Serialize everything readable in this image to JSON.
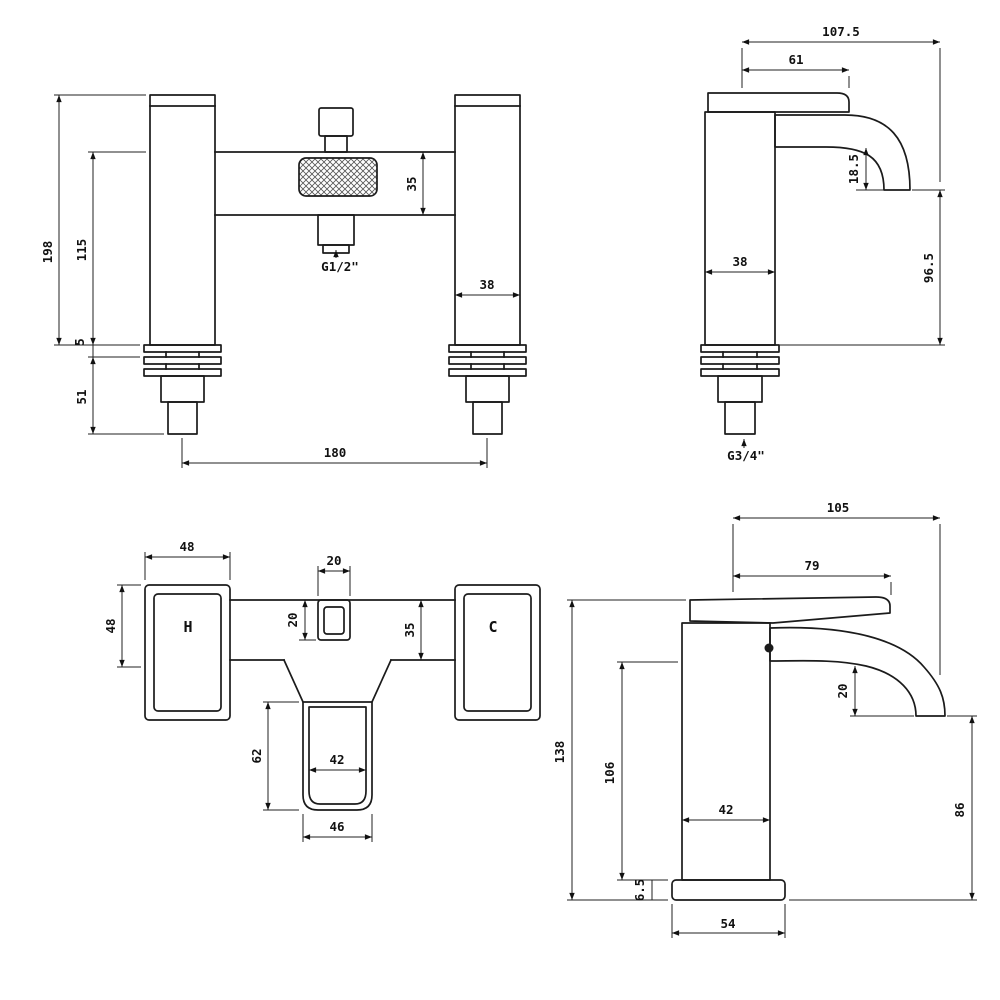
{
  "drawing": {
    "colors": {
      "line": "#1b1b1b",
      "background": "#ffffff"
    },
    "views": {
      "front": {
        "dims": {
          "overall_height": "198",
          "body_height": "115",
          "deck_gap": "5",
          "shank_length": "51",
          "bridge_depth": "35",
          "pillar_width": "38",
          "centres": "180",
          "outlet_thread": "G1/2\""
        }
      },
      "side": {
        "dims": {
          "overall_projection": "107.5",
          "handle_projection": "61",
          "spout_lip": "18.5",
          "spout_clearance": "96.5",
          "body_width": "38",
          "inlet_thread": "G3/4\""
        }
      },
      "plan": {
        "hot": "H",
        "cold": "C",
        "dims": {
          "handle_width": "48",
          "handle_depth": "48",
          "outlet_width": "20",
          "outlet_depth": "20",
          "body_depth": "35",
          "spout_length": "62",
          "spout_inner_width": "42",
          "spout_outer_width": "46"
        }
      },
      "basin": {
        "dims": {
          "overall_projection": "105",
          "handle_projection": "79",
          "spout_mouth": "20",
          "overall_height": "138",
          "body_height": "106",
          "body_width": "42",
          "spout_clearance": "86",
          "base_height": "6.5",
          "base_width": "54"
        }
      }
    }
  }
}
